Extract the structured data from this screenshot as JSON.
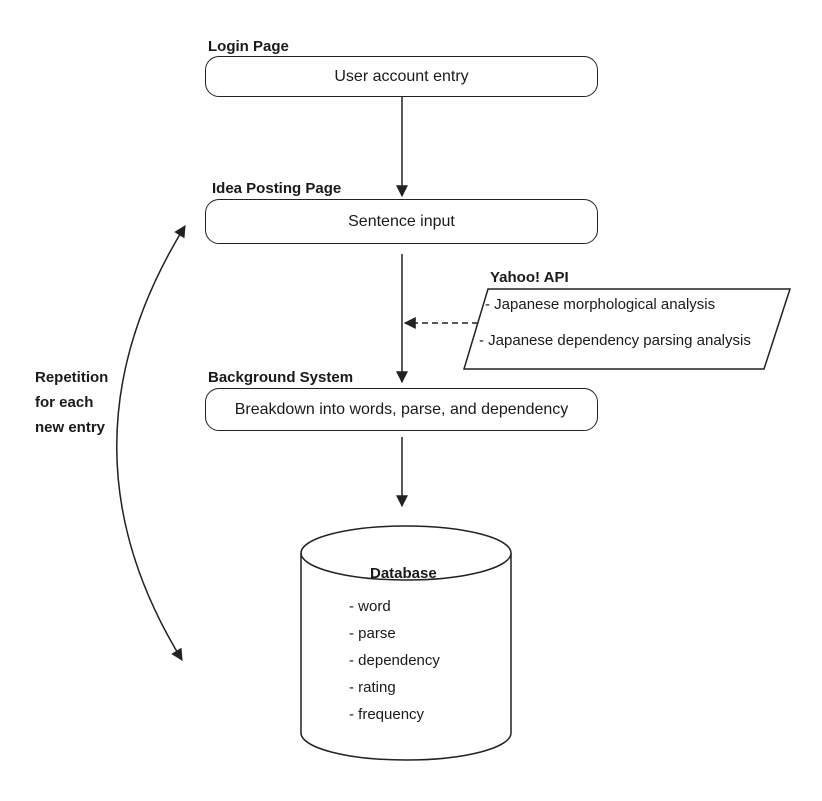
{
  "login": {
    "title": "Login Page",
    "box": "User account entry"
  },
  "idea": {
    "title": "Idea Posting Page",
    "box": "Sentence input"
  },
  "api": {
    "title": "Yahoo! API",
    "items": [
      "- Japanese morphological analysis",
      "- Japanese dependency parsing analysis"
    ]
  },
  "background": {
    "title": "Background System",
    "box": "Breakdown into words, parse, and dependency"
  },
  "database": {
    "title": "Database",
    "items": [
      "- word",
      "- parse",
      "- dependency",
      "- rating",
      "- frequency"
    ]
  },
  "repetition": {
    "lines": [
      "Repetition",
      "for each",
      "new entry"
    ]
  }
}
